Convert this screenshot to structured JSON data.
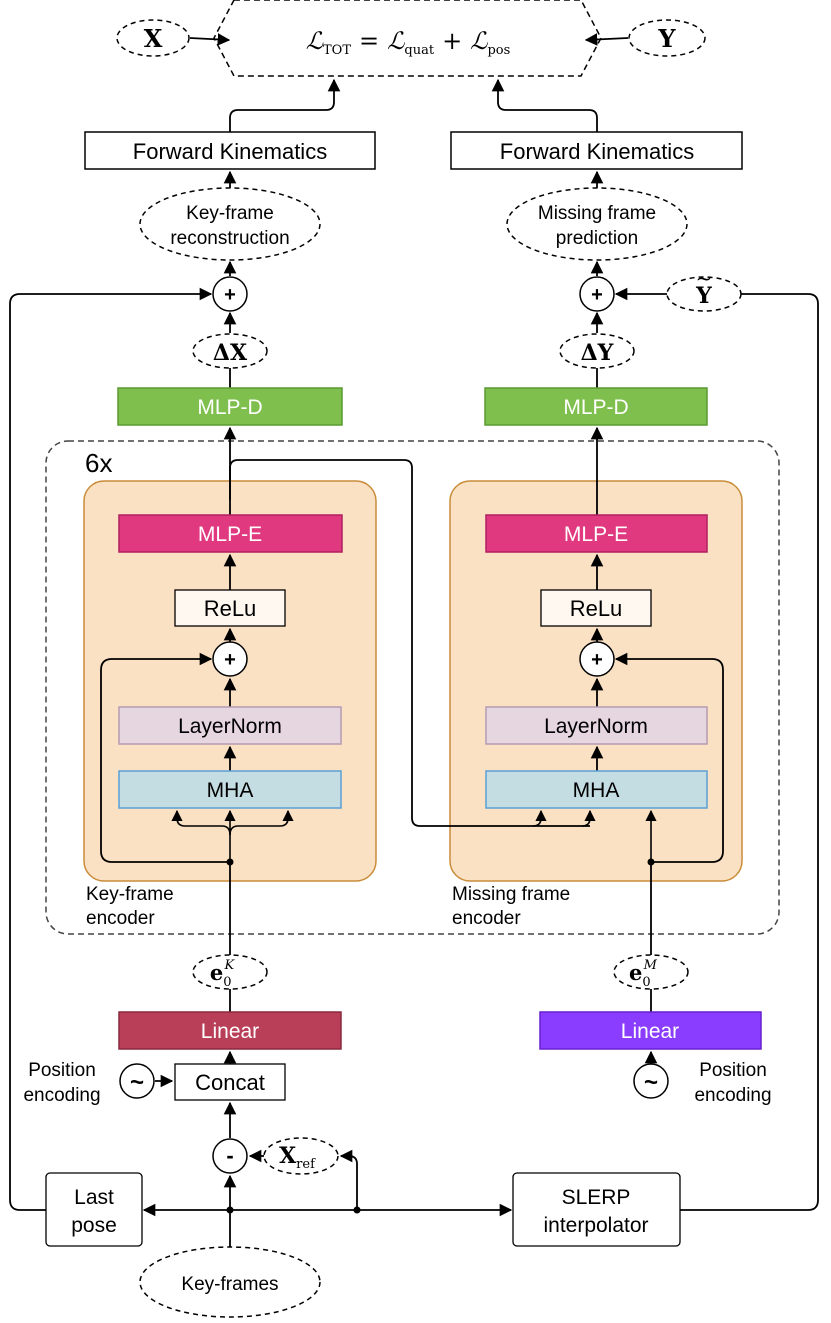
{
  "loss": {
    "lhs_sym": "ℒ",
    "lhs_sub": "TOT",
    "eq": "=",
    "t1_sym": "ℒ",
    "t1_sub": "quat",
    "plus": "+",
    "t2_sym": "ℒ",
    "t2_sub": "pos"
  },
  "nodes": {
    "x_gt": "X",
    "y_gt": "Y",
    "y_interp": "Y",
    "y_interp_accent": "~",
    "fk_left": "Forward Kinematics",
    "fk_right": "Forward Kinematics",
    "recon_line1": "Key-frame",
    "recon_line2": "reconstruction",
    "pred_line1": "Missing frame",
    "pred_line2": "prediction",
    "delta_x": "ΔX",
    "delta_y": "ΔY",
    "mlp_d_left": "MLP-D",
    "mlp_d_right": "MLP-D",
    "repeat": "6x",
    "mlp_e_left": "MLP-E",
    "mlp_e_right": "MLP-E",
    "relu_left": "ReLu",
    "relu_right": "ReLu",
    "layernorm_left": "LayerNorm",
    "layernorm_right": "LayerNorm",
    "mha_left": "MHA",
    "mha_right": "MHA",
    "enc_left_line1": "Key-frame",
    "enc_left_line2": "encoder",
    "enc_right_line1": "Missing frame",
    "enc_right_line2": "encoder",
    "e0_base": "e",
    "e0_sub": "0",
    "e0_sup_left": "K",
    "e0_sup_right": "M",
    "linear_left": "Linear",
    "linear_right": "Linear",
    "concat": "Concat",
    "pos_enc_left_line1": "Position",
    "pos_enc_left_line2": "encoding",
    "pos_enc_right_line1": "Position",
    "pos_enc_right_line2": "encoding",
    "tilde": "~",
    "plus": "+",
    "minus": "-",
    "x_ref": "X",
    "x_ref_sub": "ref",
    "last_pose_line1": "Last",
    "last_pose_line2": "pose",
    "slerp_line1": "SLERP",
    "slerp_line2": "interpolator",
    "keyframes": "Key-frames"
  },
  "colors": {
    "mlp_d": "#7fbf4d",
    "mlp_e": "#e0397f",
    "encoder_bg": "#fbe1c3",
    "encoder_border": "#c98c3a",
    "relu_bg": "#fff8f0",
    "layernorm_bg": "#e6d6e0",
    "layernorm_border": "#b59bb3",
    "mha_bg": "#c4dde2",
    "mha_border": "#5b9fd5",
    "linear_left": "#b83f57",
    "linear_right": "#8a3dff",
    "line": "#000000"
  }
}
